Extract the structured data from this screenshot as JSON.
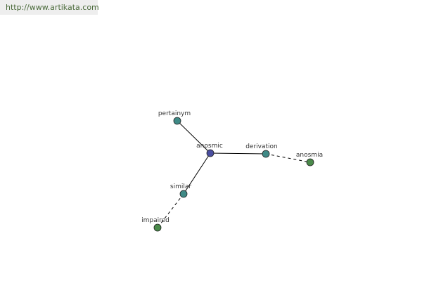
{
  "watermark": {
    "url": "http://www.artikata.com"
  },
  "colors": {
    "center_node": "#4a4ea0",
    "relation_node": "#3f8a86",
    "word_node": "#4a8a4a",
    "edge": "#000000"
  },
  "graph": {
    "nodes": [
      {
        "id": "anosmic",
        "label": "anosmic",
        "kind": "center"
      },
      {
        "id": "pertainym",
        "label": "pertainym",
        "kind": "relation"
      },
      {
        "id": "derivation",
        "label": "derivation",
        "kind": "relation"
      },
      {
        "id": "similar",
        "label": "similar",
        "kind": "relation"
      },
      {
        "id": "anosmia",
        "label": "anosmia",
        "kind": "word"
      },
      {
        "id": "impaired",
        "label": "impaired",
        "kind": "word"
      }
    ],
    "edges": [
      {
        "from": "anosmic",
        "to": "pertainym",
        "style": "solid"
      },
      {
        "from": "anosmic",
        "to": "derivation",
        "style": "solid"
      },
      {
        "from": "anosmic",
        "to": "similar",
        "style": "solid"
      },
      {
        "from": "derivation",
        "to": "anosmia",
        "style": "dashed"
      },
      {
        "from": "similar",
        "to": "impaired",
        "style": "dashed"
      }
    ]
  }
}
